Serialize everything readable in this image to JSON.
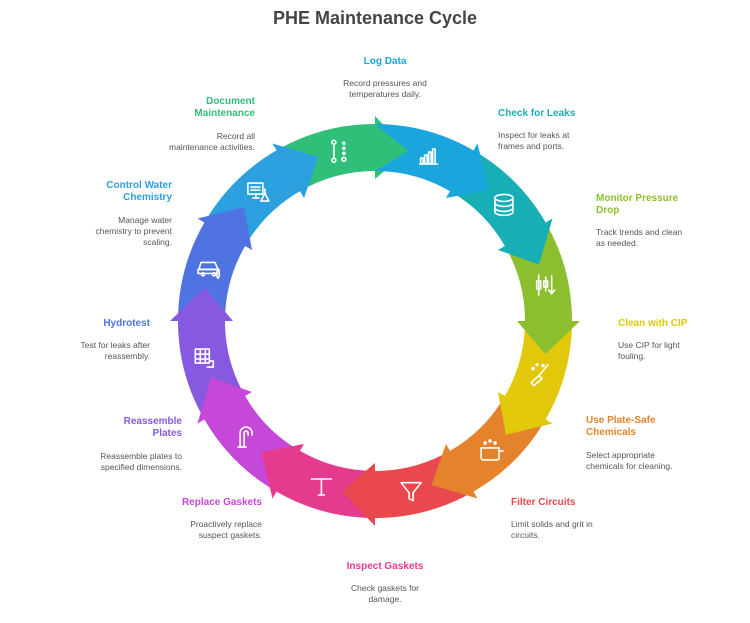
{
  "title": "PHE Maintenance Cycle",
  "steps": [
    {
      "title_lines": [
        "Log Data"
      ],
      "desc_lines": [
        "Record pressures and",
        "temperatures daily."
      ],
      "color": "#1aa6dc",
      "icon": "bar-chart-icon"
    },
    {
      "title_lines": [
        "Check for Leaks"
      ],
      "desc_lines": [
        "Inspect for leaks at",
        "frames and ports."
      ],
      "color": "#18aeb6",
      "icon": "database-icon"
    },
    {
      "title_lines": [
        "Monitor Pressure",
        "Drop"
      ],
      "desc_lines": [
        "Track trends and clean",
        "as needed."
      ],
      "color": "#8cbf2f",
      "icon": "candlestick-icon"
    },
    {
      "title_lines": [
        "Clean with CIP"
      ],
      "desc_lines": [
        "Use CIP for light",
        "fouling."
      ],
      "color": "#e2c80a",
      "icon": "broom-icon"
    },
    {
      "title_lines": [
        "Use Plate-Safe",
        "Chemicals"
      ],
      "desc_lines": [
        "Select appropriate",
        "chemicals for cleaning."
      ],
      "color": "#e4832c",
      "icon": "pot-icon"
    },
    {
      "title_lines": [
        "Filter Circuits"
      ],
      "desc_lines": [
        "Limit solids and grit in",
        "circuits."
      ],
      "color": "#e9484f",
      "icon": "funnel-icon"
    },
    {
      "title_lines": [
        "Inspect Gaskets"
      ],
      "desc_lines": [
        "Check gaskets for",
        "damage."
      ],
      "color": "#e43b8e",
      "icon": "t-handle-icon"
    },
    {
      "title_lines": [
        "Replace Gaskets"
      ],
      "desc_lines": [
        "Proactively replace",
        "suspect gaskets."
      ],
      "color": "#c548d8",
      "icon": "pipe-icon"
    },
    {
      "title_lines": [
        "Reassemble",
        "Plates"
      ],
      "desc_lines": [
        "Reassemble plates to",
        "specified dimensions."
      ],
      "color": "#8758e0",
      "icon": "grid-pipe-icon"
    },
    {
      "title_lines": [
        "Hydrotest"
      ],
      "desc_lines": [
        "Test for leaks after",
        "reassembly."
      ],
      "color": "#4f74e2",
      "icon": "car-drop-icon"
    },
    {
      "title_lines": [
        "Control Water",
        "Chemistry"
      ],
      "desc_lines": [
        "Manage water",
        "chemistry to prevent",
        "scaling."
      ],
      "color": "#2c9fdf",
      "icon": "monitor-flask-icon"
    },
    {
      "title_lines": [
        "Document",
        "Maintenance"
      ],
      "desc_lines": [
        "Record all",
        "maintenance activities."
      ],
      "color": "#2fbf78",
      "icon": "workflow-icon"
    }
  ],
  "title_colors": [
    "#1aa6dc",
    "#18aeb6",
    "#8cbf2f",
    "#e2c80a",
    "#e4832c",
    "#e9484f",
    "#e43b8e",
    "#c548d8",
    "#8758e0",
    "#4f74e2",
    "#2c9fdf",
    "#2fbf78"
  ]
}
